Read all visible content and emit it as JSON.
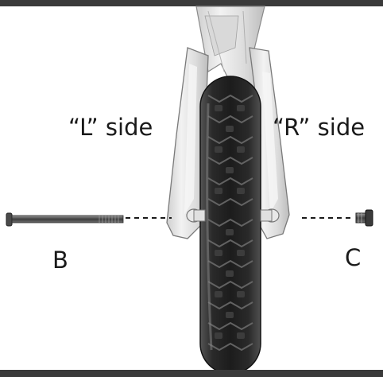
{
  "labels": {
    "left_side": "“L” side",
    "right_side": "“R” side",
    "part_b": "B",
    "part_c": "C"
  },
  "colors": {
    "frame_bar": "#3a3a3a",
    "tire": "#232323",
    "frame": "#e6e6e6",
    "text": "#1a1a1a"
  },
  "icons": {
    "axle_bolt": "axle-bolt-icon",
    "axle_nut": "axle-nut-icon"
  }
}
